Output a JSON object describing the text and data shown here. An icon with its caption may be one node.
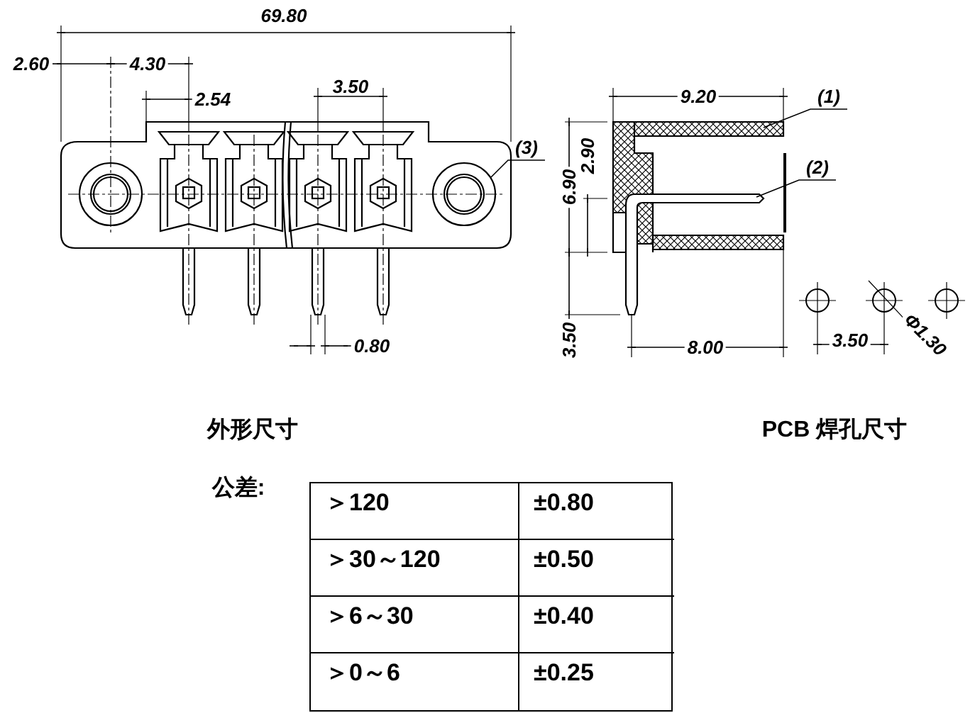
{
  "diagram": {
    "nodes": [
      {
        "text": [
          "(1)"
        ]
      },
      {
        "text": [
          "(2)"
        ]
      },
      {
        "text": [
          "(3)"
        ]
      },
      {
        "text": [],
        "shape": "circle"
      }
    ],
    "edges": [
      {
        "from": 0,
        "to": null,
        "arrow": "none"
      },
      {
        "from": 1,
        "to": null,
        "arrow": "none"
      },
      {
        "from": 2,
        "to": 3,
        "arrow": "none"
      }
    ],
    "labels": [
      "69.80",
      "2.60",
      "4.30",
      "2.54",
      "3.50",
      "0.80",
      "9.20",
      "2.90",
      "6.90",
      "3.50",
      "8.00",
      "3.50",
      "Φ1.30",
      "外形尺寸",
      "PCB 焊孔尺寸",
      "公差:",
      "＞120",
      "±0.80",
      "＞30～120",
      "±0.50",
      "＞6～30",
      "±0.40",
      "＞0～6",
      "±0.25"
    ]
  }
}
